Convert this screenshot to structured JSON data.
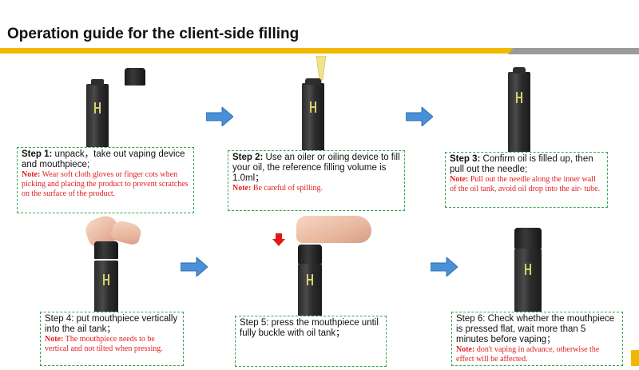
{
  "header": {
    "title": "Operation guide for the client-side filling"
  },
  "colors": {
    "accent": "#f2b800",
    "note": "#e02020",
    "box_border": "#2fa84f",
    "arrow": "#4a90d9"
  },
  "steps": [
    {
      "label": "Step 1:",
      "text": "unpack，take out vaping device and mouthpiece;",
      "note_label": "Note:",
      "note": "Wear soft cloth gloves or finger cots when picking and placing the product to prevent scratches on the surface of the product."
    },
    {
      "label": "Step 2:",
      "text": "Use an oiler or oiling device to fill your oil, the reference filling volume is 1.0ml；",
      "note_label": "Note:",
      "note": "Be careful of spilling."
    },
    {
      "label": "Step 3:",
      "text": "Confirm oil is filled up, then pull out the needle;",
      "note_label": "Note:",
      "note": "Pull out the needle along the inner wall of the oil tank, avoid oil drop into the air- tube."
    },
    {
      "label": "Step 4:",
      "text": "put mouthpiece vertically into the ail tank；",
      "note_label": "Note:",
      "note": "The mouthpiece needs to be vertical and not tilted when pressing."
    },
    {
      "label": "Step 5:",
      "text": "press the mouthpiece until fully buckle with oil tank；"
    },
    {
      "label": "Step 6:",
      "text": "Check whether the mouthpiece is pressed flat, wait more than 5 minutes before vaping；",
      "note_label": "Note:",
      "note": "don't vaping in advance, otherwise the effect will be affected."
    }
  ]
}
